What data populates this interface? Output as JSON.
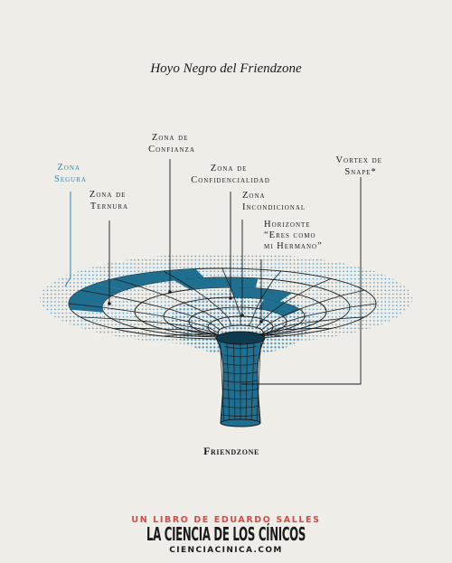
{
  "title": "Hoyo Negro del Friendzone",
  "labels": {
    "zona_segura": [
      "Zona",
      "Segura"
    ],
    "zona_ternura": [
      "Zona de",
      "Ternura"
    ],
    "zona_confianza": [
      "Zona de",
      "Confianza"
    ],
    "zona_confidencialidad": [
      "Zona de",
      "Confidencialidad"
    ],
    "zona_incondicional": [
      "Zona",
      "Incondicional"
    ],
    "horizonte": [
      "Horizonte",
      "“Eres como",
      "mi Hermano”"
    ],
    "vortex": [
      "Vortex de",
      "Snape*"
    ]
  },
  "center_label": "Friendzone",
  "brand": {
    "subtitle": "UN LIBRO DE EDUARDO SALLES",
    "title": "LA CIENCIA DE LOS CÍNICOS",
    "url": "CIENCIACINICA.COM"
  },
  "colors": {
    "background": "#efede8",
    "ink": "#1b1b1b",
    "teal": "#1f6f91",
    "dots": "#4b94b8",
    "label_blue": "#2f86b4",
    "brand_red": "#d84a3f"
  }
}
